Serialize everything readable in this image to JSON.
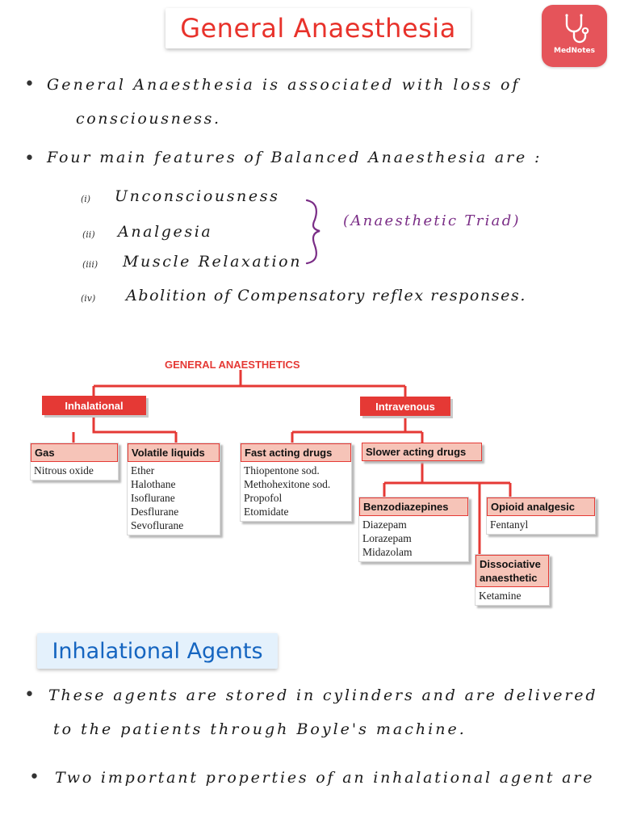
{
  "title": "General Anaesthesia",
  "logo": {
    "label": "MedNotes",
    "icon": "stethoscope-icon",
    "color": "#e5545a"
  },
  "intro": {
    "line1": "General Anaesthesia is associated with loss of",
    "line2": "consciousness."
  },
  "features": {
    "heading": "Four main features of Balanced Anaesthesia are :",
    "items": [
      {
        "num": "(i)",
        "text": "Unconsciousness"
      },
      {
        "num": "(ii)",
        "text": "Analgesia"
      },
      {
        "num": "(iii)",
        "text": "Muscle Relaxation"
      },
      {
        "num": "(iv)",
        "text": "Abolition of Compensatory reflex responses."
      }
    ],
    "triad_label": "(Anaesthetic Triad)"
  },
  "diagram": {
    "title": "GENERAL ANAESTHETICS",
    "inhalational": "Inhalational",
    "intravenous": "Intravenous",
    "gas": {
      "title": "Gas",
      "items": [
        "Nitrous oxide"
      ]
    },
    "volatile": {
      "title": "Volatile liquids",
      "items": [
        "Ether",
        "Halothane",
        "Isoflurane",
        "Desflurane",
        "Sevoflurane"
      ]
    },
    "fast": {
      "title": "Fast acting drugs",
      "items": [
        "Thiopentone sod.",
        "Methohexitone sod.",
        "Propofol",
        "Etomidate"
      ]
    },
    "slow": {
      "title": "Slower acting drugs"
    },
    "benzo": {
      "title": "Benzodiazepines",
      "items": [
        "Diazepam",
        "Lorazepam",
        "Midazolam"
      ]
    },
    "opioid": {
      "title": "Opioid analgesic",
      "items": [
        "Fentanyl"
      ]
    },
    "dissociative": {
      "title1": "Dissociative",
      "title2": "anaesthetic",
      "items": [
        "Ketamine"
      ]
    },
    "colors": {
      "red": "#e53935",
      "node_fill": "#f6c4b8"
    }
  },
  "section": {
    "title": "Inhalational Agents"
  },
  "inhal": {
    "line1": "These agents are stored in cylinders and are delivered",
    "line2": "to the patients through Boyle's machine.",
    "line3": "Two important properties of an inhalational agent are"
  }
}
